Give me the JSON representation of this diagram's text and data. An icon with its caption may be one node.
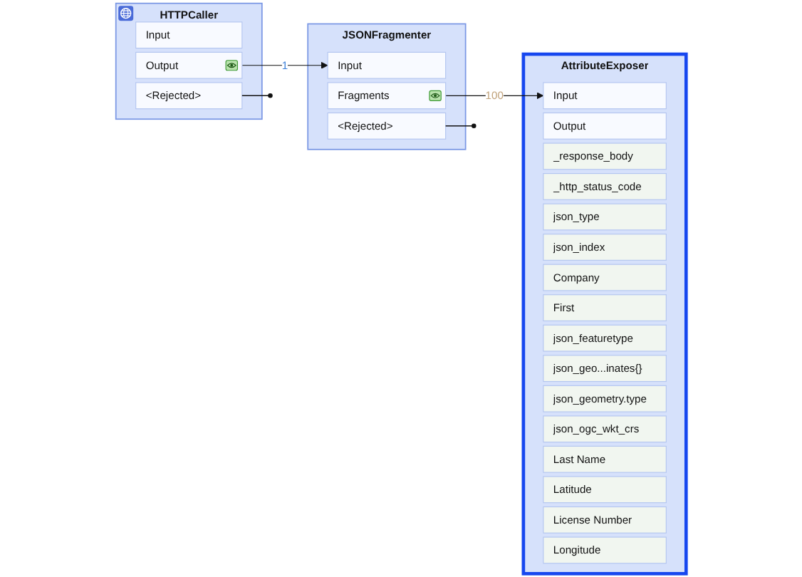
{
  "diagram": {
    "nodes": [
      {
        "text": [
          "HTTPCaller"
        ]
      },
      {
        "text": [
          "Input"
        ],
        "in": 0
      },
      {
        "text": [
          "Output"
        ],
        "in": 0
      },
      {
        "text": [
          "<Rejected>"
        ],
        "in": 0
      },
      {
        "text": [
          "JSONFragmenter"
        ]
      },
      {
        "text": [
          "Input"
        ],
        "in": 4
      },
      {
        "text": [
          "Fragments"
        ],
        "in": 4
      },
      {
        "text": [
          "<Rejected>"
        ],
        "in": 4
      },
      {
        "text": [
          "AttributeExposer"
        ]
      },
      {
        "text": [
          "Input"
        ],
        "in": 8
      },
      {
        "text": [
          "Output"
        ],
        "in": 8
      },
      {
        "text": [
          "_response_body"
        ],
        "in": 8
      },
      {
        "text": [
          "_http_status_code"
        ],
        "in": 8
      },
      {
        "text": [
          "json_type"
        ],
        "in": 8
      },
      {
        "text": [
          "json_index"
        ],
        "in": 8
      },
      {
        "text": [
          "Company"
        ],
        "in": 8
      },
      {
        "text": [
          "First"
        ],
        "in": 8
      },
      {
        "text": [
          "json_featuretype"
        ],
        "in": 8
      },
      {
        "text": [
          "json_geo...inates{}"
        ],
        "in": 8
      },
      {
        "text": [
          "json_geometry.type"
        ],
        "in": 8
      },
      {
        "text": [
          "json_ogc_wkt_crs"
        ],
        "in": 8
      },
      {
        "text": [
          "Last Name"
        ],
        "in": 8
      },
      {
        "text": [
          "Latitude"
        ],
        "in": 8
      },
      {
        "text": [
          "License Number"
        ],
        "in": 8
      },
      {
        "text": [
          "Longitude"
        ],
        "in": 8
      }
    ],
    "edges": [
      {
        "from": 2,
        "to": 5,
        "arrow": "to",
        "label": "1"
      },
      {
        "from": 3,
        "to": null,
        "arrow": "other"
      },
      {
        "from": 6,
        "to": 9,
        "arrow": "to",
        "label": "100"
      },
      {
        "from": 7,
        "to": null,
        "arrow": "other"
      }
    ]
  }
}
